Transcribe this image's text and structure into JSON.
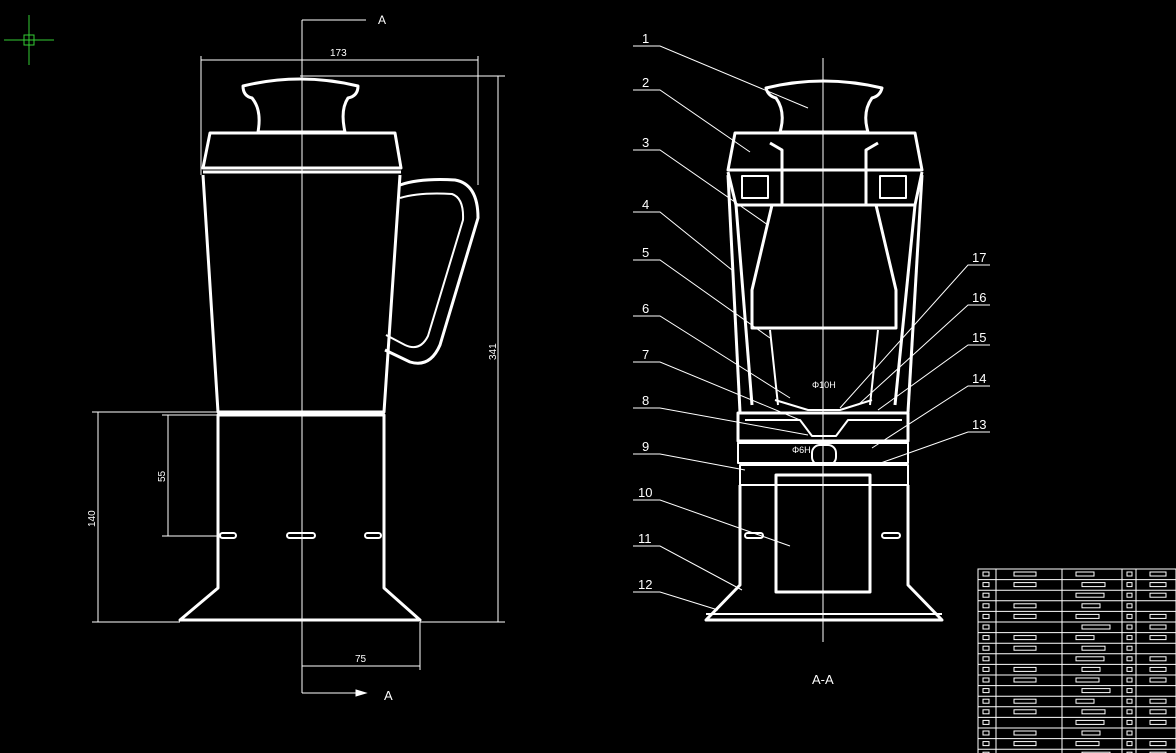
{
  "colors": {
    "background": "#000000",
    "line": "#ffffff",
    "cursor": "#33cc33"
  },
  "section": {
    "cut_label_top": "A",
    "cut_label_bottom": "A",
    "view_title": "A-A"
  },
  "dimensions": {
    "overall_width": "173",
    "overall_height": "341",
    "base_height": "140",
    "slot_height": "55",
    "base_half_width": "75",
    "diameter_upper": "Φ10H",
    "diameter_lower": "Φ6H"
  },
  "part_numbers": [
    "1",
    "2",
    "3",
    "4",
    "5",
    "6",
    "7",
    "8",
    "9",
    "10",
    "11",
    "12",
    "13",
    "14",
    "15",
    "16",
    "17"
  ],
  "title_block": {
    "rows": 18,
    "cols": 5
  }
}
